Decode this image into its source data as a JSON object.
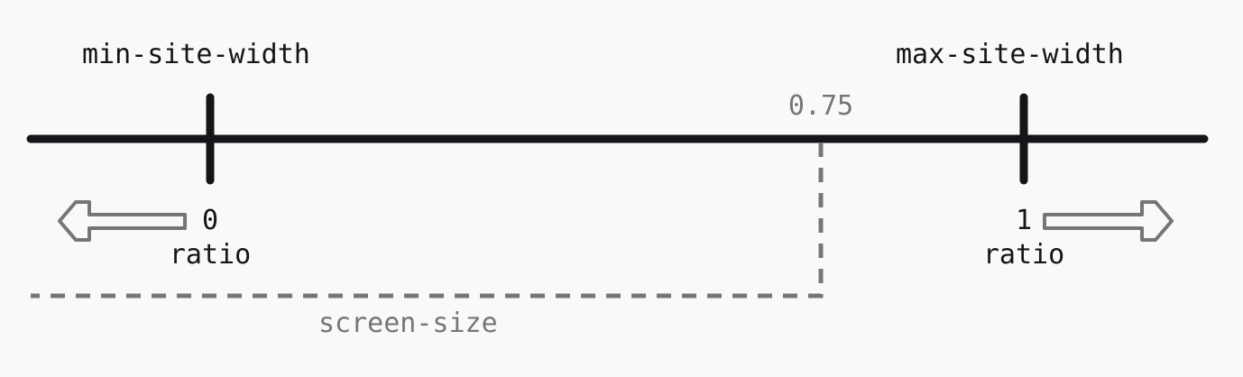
{
  "diagram": {
    "min_label": "min-site-width",
    "max_label": "max-site-width",
    "marker_value": "0.75",
    "min_value": "0",
    "min_unit": "ratio",
    "max_value": "1",
    "max_unit": "ratio",
    "screen_label": "screen-size",
    "marker_ratio": 0.75,
    "colors": {
      "line": "#141518",
      "dashed": "#75767a",
      "muted_text": "#75767a",
      "background": "#f9f9f9"
    },
    "icons": {
      "left": "left-arrow-outline-icon",
      "right": "right-arrow-outline-icon"
    }
  }
}
